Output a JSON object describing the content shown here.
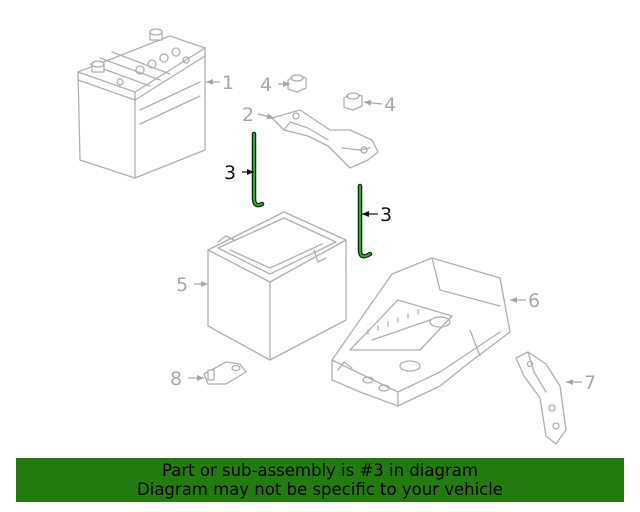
{
  "callouts": {
    "c1": "1",
    "c2": "2",
    "c3a": "3",
    "c3b": "3",
    "c4a": "4",
    "c4b": "4",
    "c5": "5",
    "c6": "6",
    "c7": "7",
    "c8": "8"
  },
  "highlight_color": "#1e7a1e",
  "banner": {
    "line1": "Part or sub-assembly is #3 in diagram",
    "line2": "Diagram may not be specific to your vehicle",
    "background": "#237a0f"
  }
}
